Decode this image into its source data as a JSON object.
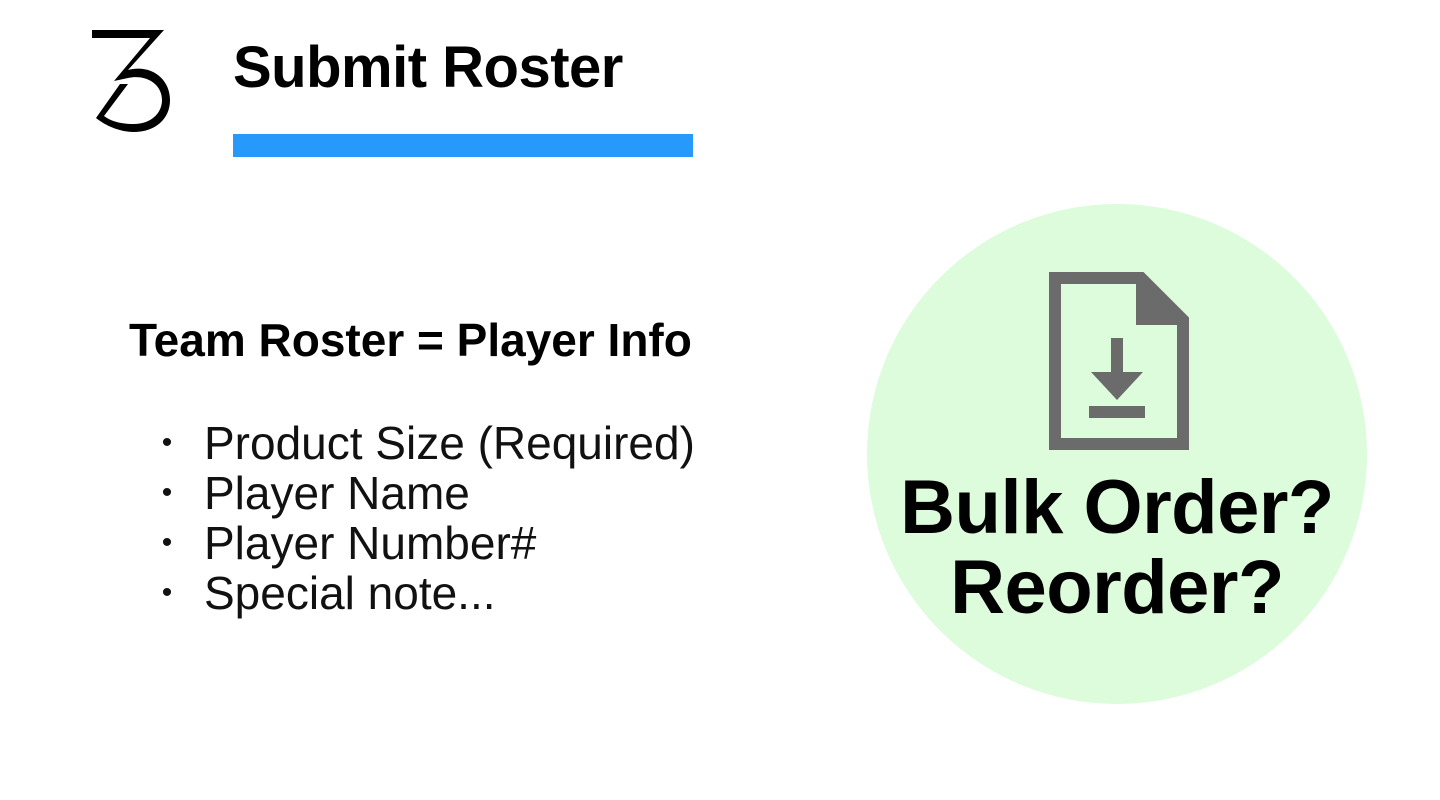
{
  "header": {
    "logo_icon": "numeral-3-logo-icon",
    "title": "Submit Roster",
    "accent_color": "#2699fb"
  },
  "main": {
    "heading": "Team Roster = Player Info",
    "bullet_glyph": "•",
    "items": [
      {
        "label": "Product Size (Required)"
      },
      {
        "label": "Player Name"
      },
      {
        "label": "Player Number#"
      },
      {
        "label": "Special note..."
      }
    ]
  },
  "callout": {
    "icon": "file-download-icon",
    "background_color": "#ddfcdb",
    "icon_color": "#6b6b6b",
    "line1": "Bulk Order?",
    "line2": "Reorder?"
  }
}
